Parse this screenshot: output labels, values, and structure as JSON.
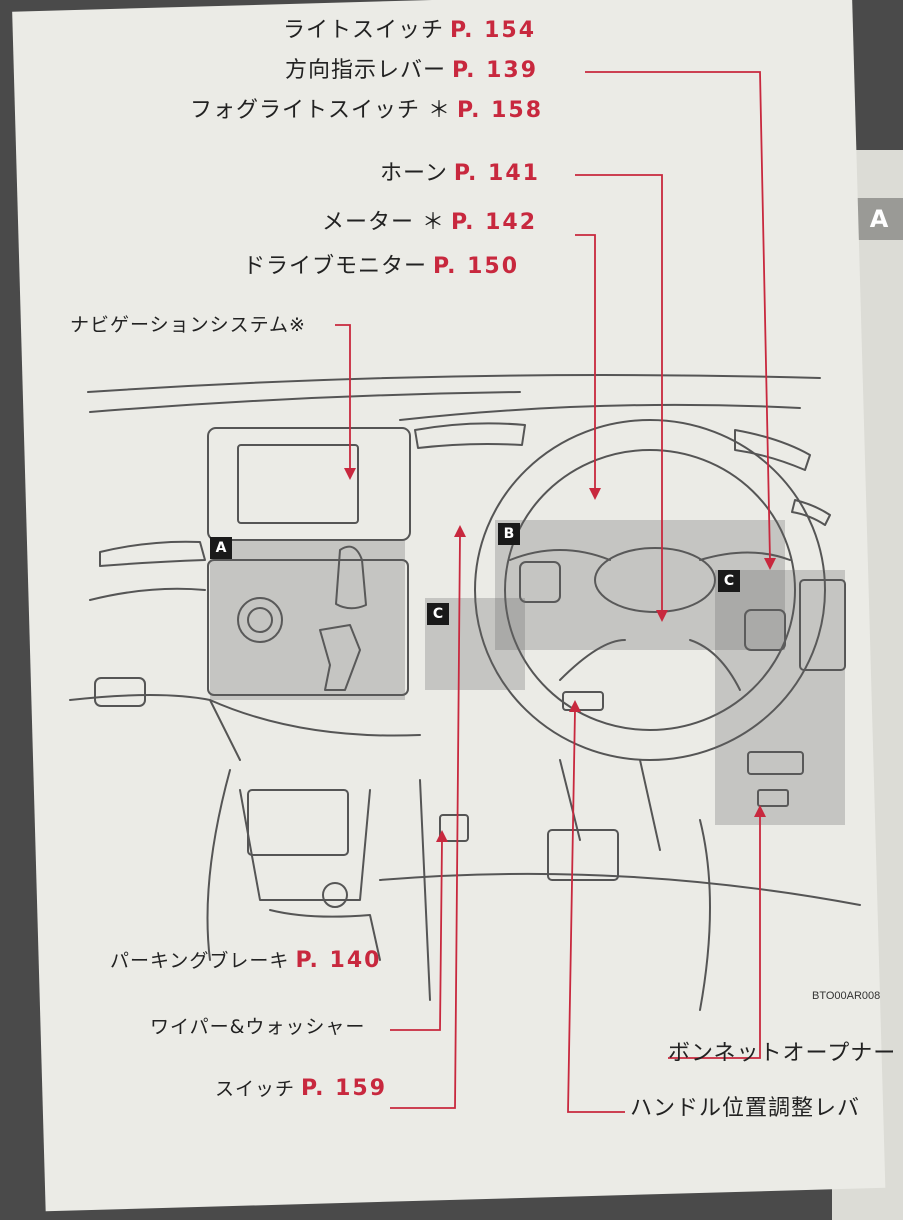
{
  "section_tab": "A",
  "labels": {
    "light_switch": {
      "text": "ライトスイッチ",
      "page": "P. 154"
    },
    "turn_signal": {
      "text": "方向指示レバー",
      "page": "P. 139"
    },
    "fog_light": {
      "text": "フォグライトスイッチ ＊",
      "page": "P. 158"
    },
    "horn": {
      "text": "ホーン",
      "page": "P. 141"
    },
    "meter": {
      "text": "メーター ＊",
      "page": "P. 142"
    },
    "drive_monitor": {
      "text": "ドライブモニター",
      "page": "P. 150"
    },
    "navigation": {
      "text": "ナビゲーションシステム※",
      "page": ""
    },
    "parking_brake": {
      "text": "パーキングブレーキ",
      "page": "P. 140"
    },
    "wiper_line1": {
      "text": "ワイパー&ウォッシャー"
    },
    "wiper_line2": {
      "text": "スイッチ",
      "page": "P. 159"
    },
    "bonnet": {
      "text": "ボンネットオープナー"
    },
    "steering_adjust": {
      "text": "ハンドル位置調整レバ"
    }
  },
  "badges": {
    "a": "A",
    "b": "B",
    "c_left": "C",
    "c_right": "C"
  },
  "figure_code": "BTO00AR008",
  "colors": {
    "accent": "#c8283e",
    "page": "#ebebe6",
    "ink": "#333333"
  }
}
